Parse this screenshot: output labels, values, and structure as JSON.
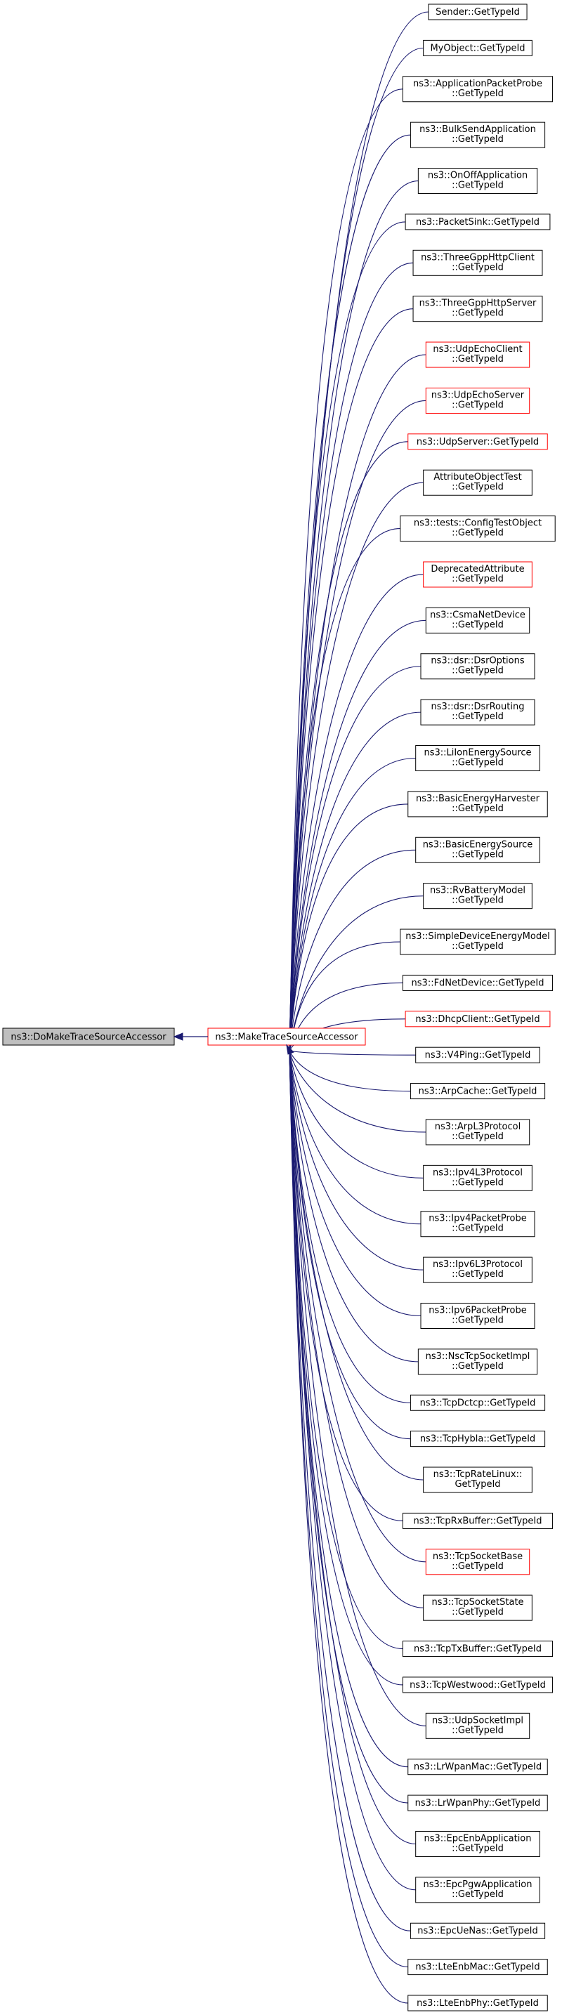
{
  "colors": {
    "edge": "#191970",
    "box_border": "#000000",
    "highlight_border": "#ff0000",
    "root_fill": "#bfbfbf",
    "box_fill": "#ffffff"
  },
  "root": {
    "label": "ns3::DoMakeTraceSourceAccessor"
  },
  "hub": {
    "label": "ns3::MakeTraceSourceAccessor",
    "red": true
  },
  "callers": [
    {
      "lines": [
        "Sender::GetTypeId"
      ],
      "red": false
    },
    {
      "lines": [
        "MyObject::GetTypeId"
      ],
      "red": false
    },
    {
      "lines": [
        "ns3::ApplicationPacketProbe",
        "::GetTypeId"
      ],
      "red": false
    },
    {
      "lines": [
        "ns3::BulkSendApplication",
        "::GetTypeId"
      ],
      "red": false
    },
    {
      "lines": [
        "ns3::OnOffApplication",
        "::GetTypeId"
      ],
      "red": false
    },
    {
      "lines": [
        "ns3::PacketSink::GetTypeId"
      ],
      "red": false
    },
    {
      "lines": [
        "ns3::ThreeGppHttpClient",
        "::GetTypeId"
      ],
      "red": false
    },
    {
      "lines": [
        "ns3::ThreeGppHttpServer",
        "::GetTypeId"
      ],
      "red": false
    },
    {
      "lines": [
        "ns3::UdpEchoClient",
        "::GetTypeId"
      ],
      "red": true
    },
    {
      "lines": [
        "ns3::UdpEchoServer",
        "::GetTypeId"
      ],
      "red": true
    },
    {
      "lines": [
        "ns3::UdpServer::GetTypeId"
      ],
      "red": true
    },
    {
      "lines": [
        "AttributeObjectTest",
        "::GetTypeId"
      ],
      "red": false
    },
    {
      "lines": [
        "ns3::tests::ConfigTestObject",
        "::GetTypeId"
      ],
      "red": false
    },
    {
      "lines": [
        "DeprecatedAttribute",
        "::GetTypeId"
      ],
      "red": true
    },
    {
      "lines": [
        "ns3::CsmaNetDevice",
        "::GetTypeId"
      ],
      "red": false
    },
    {
      "lines": [
        "ns3::dsr::DsrOptions",
        "::GetTypeId"
      ],
      "red": false
    },
    {
      "lines": [
        "ns3::dsr::DsrRouting",
        "::GetTypeId"
      ],
      "red": false
    },
    {
      "lines": [
        "ns3::LiIonEnergySource",
        "::GetTypeId"
      ],
      "red": false
    },
    {
      "lines": [
        "ns3::BasicEnergyHarvester",
        "::GetTypeId"
      ],
      "red": false
    },
    {
      "lines": [
        "ns3::BasicEnergySource",
        "::GetTypeId"
      ],
      "red": false
    },
    {
      "lines": [
        "ns3::RvBatteryModel",
        "::GetTypeId"
      ],
      "red": false
    },
    {
      "lines": [
        "ns3::SimpleDeviceEnergyModel",
        "::GetTypeId"
      ],
      "red": false
    },
    {
      "lines": [
        "ns3::FdNetDevice::GetTypeId"
      ],
      "red": false
    },
    {
      "lines": [
        "ns3::DhcpClient::GetTypeId"
      ],
      "red": true
    },
    {
      "lines": [
        "ns3::V4Ping::GetTypeId"
      ],
      "red": false
    },
    {
      "lines": [
        "ns3::ArpCache::GetTypeId"
      ],
      "red": false
    },
    {
      "lines": [
        "ns3::ArpL3Protocol",
        "::GetTypeId"
      ],
      "red": false
    },
    {
      "lines": [
        "ns3::Ipv4L3Protocol",
        "::GetTypeId"
      ],
      "red": false
    },
    {
      "lines": [
        "ns3::Ipv4PacketProbe",
        "::GetTypeId"
      ],
      "red": false
    },
    {
      "lines": [
        "ns3::Ipv6L3Protocol",
        "::GetTypeId"
      ],
      "red": false
    },
    {
      "lines": [
        "ns3::Ipv6PacketProbe",
        "::GetTypeId"
      ],
      "red": false
    },
    {
      "lines": [
        "ns3::NscTcpSocketImpl",
        "::GetTypeId"
      ],
      "red": false
    },
    {
      "lines": [
        "ns3::TcpDctcp::GetTypeId"
      ],
      "red": false
    },
    {
      "lines": [
        "ns3::TcpHybla::GetTypeId"
      ],
      "red": false
    },
    {
      "lines": [
        "ns3::TcpRateLinux::",
        "GetTypeId"
      ],
      "red": false
    },
    {
      "lines": [
        "ns3::TcpRxBuffer::GetTypeId"
      ],
      "red": false
    },
    {
      "lines": [
        "ns3::TcpSocketBase",
        "::GetTypeId"
      ],
      "red": true
    },
    {
      "lines": [
        "ns3::TcpSocketState",
        "::GetTypeId"
      ],
      "red": false
    },
    {
      "lines": [
        "ns3::TcpTxBuffer::GetTypeId"
      ],
      "red": false
    },
    {
      "lines": [
        "ns3::TcpWestwood::GetTypeId"
      ],
      "red": false
    },
    {
      "lines": [
        "ns3::UdpSocketImpl",
        "::GetTypeId"
      ],
      "red": false
    },
    {
      "lines": [
        "ns3::LrWpanMac::GetTypeId"
      ],
      "red": false
    },
    {
      "lines": [
        "ns3::LrWpanPhy::GetTypeId"
      ],
      "red": false
    },
    {
      "lines": [
        "ns3::EpcEnbApplication",
        "::GetTypeId"
      ],
      "red": false
    },
    {
      "lines": [
        "ns3::EpcPgwApplication",
        "::GetTypeId"
      ],
      "red": false
    },
    {
      "lines": [
        "ns3::EpcUeNas::GetTypeId"
      ],
      "red": false
    },
    {
      "lines": [
        "ns3::LteEnbMac::GetTypeId"
      ],
      "red": false
    },
    {
      "lines": [
        "ns3::LteEnbPhy::GetTypeId"
      ],
      "red": false
    }
  ]
}
